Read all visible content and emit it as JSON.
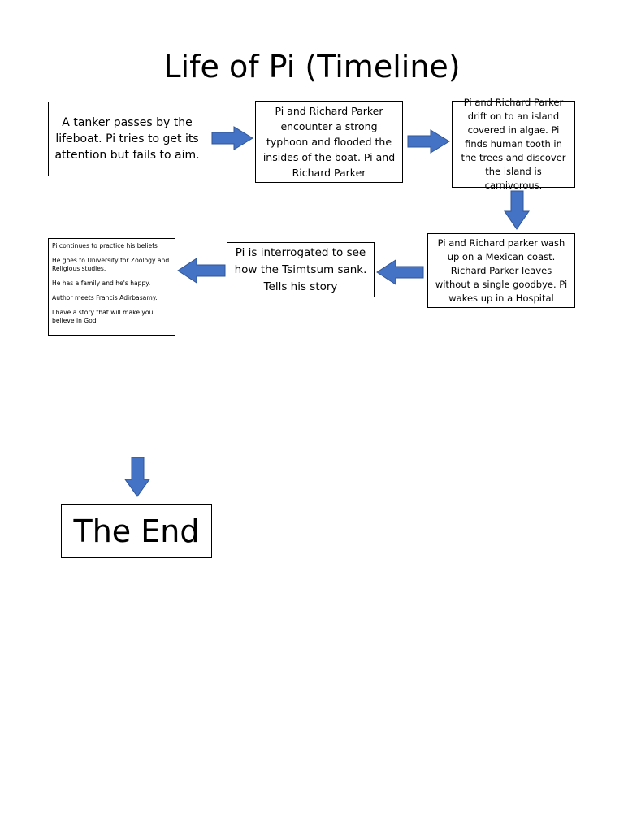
{
  "title": "Life of Pi (Timeline)",
  "events": [
    "A tanker passes by the lifeboat. Pi tries to get its attention but fails to aim.",
    "Pi and Richard Parker encounter a strong typhoon and flooded the insides of the boat. Pi and Richard Parker",
    "Pi and Richard Parker drift on to an island covered in algae. Pi finds human tooth in the trees and discover the island is carnivorous.",
    "Pi and Richard parker wash up on a Mexican coast. Richard Parker leaves without a single goodbye. Pi wakes up in a Hospital",
    "Pi is interrogated to see how the Tsimtsum sank. Tells his story"
  ],
  "final_notes": [
    "Pi continues to practice his beliefs",
    "He goes to University for Zoology and Religious studies.",
    "He has a family and he's happy.",
    "Author meets Francis Adirbasamy.",
    "I have a story that will make you believe in God"
  ],
  "end_label": "The End",
  "colors": {
    "arrow_fill": "#4472C4",
    "arrow_stroke": "#2F5597"
  }
}
